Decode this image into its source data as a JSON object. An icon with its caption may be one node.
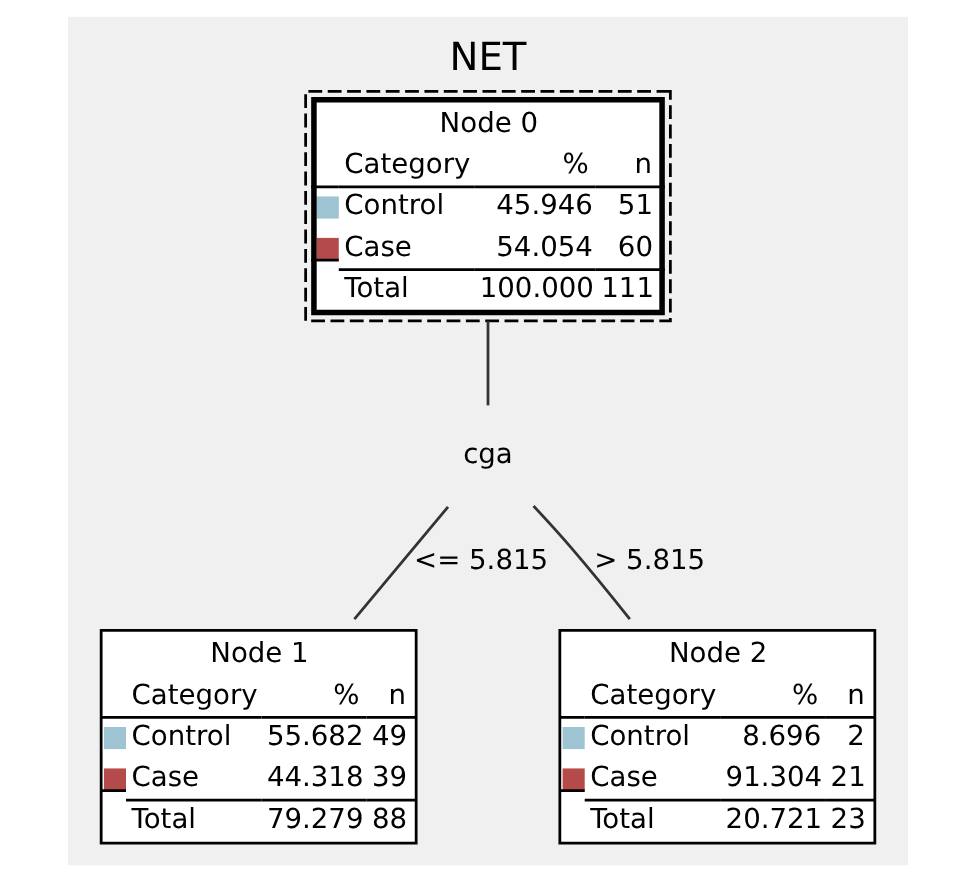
{
  "diagram": {
    "title": "NET",
    "nodes": [
      {
        "text": [
          "Node 0",
          "Category",
          "%",
          "n",
          "Control",
          "45.946",
          "51",
          "Case",
          "54.054",
          "60",
          "Total",
          "100.000",
          "111"
        ]
      },
      {
        "text": [
          "cga"
        ]
      },
      {
        "text": [
          "Node 1",
          "Category",
          "%",
          "n",
          "Control",
          "55.682",
          "49",
          "Case",
          "44.318",
          "39",
          "Total",
          "79.279",
          "88"
        ]
      },
      {
        "text": [
          "Node 2",
          "Category",
          "%",
          "n",
          "Control",
          "8.696",
          "2",
          "Case",
          "91.304",
          "21",
          "Total",
          "20.721",
          "23"
        ]
      }
    ],
    "edges": [
      {
        "from": 0,
        "to": 1,
        "arrow": "none"
      },
      {
        "from": 1,
        "to": 2,
        "arrow": "none",
        "label": "<= 5.815"
      },
      {
        "from": 1,
        "to": 3,
        "arrow": "none",
        "label": "> 5.815"
      }
    ]
  }
}
